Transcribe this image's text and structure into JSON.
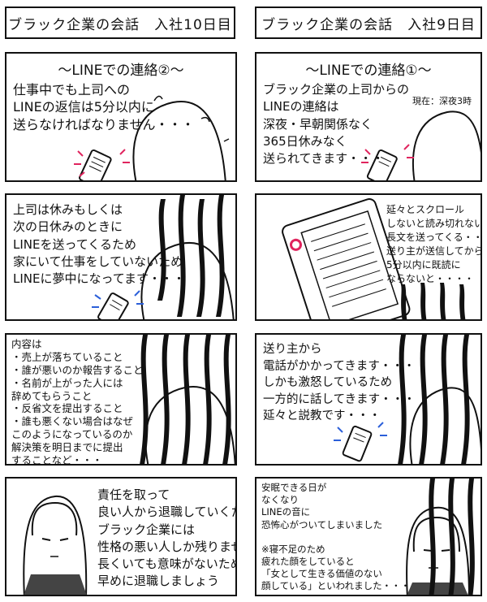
{
  "left": {
    "title": "ブラック企業の会話　入社10日目",
    "p1_header": "～LINEでの連絡②～",
    "p1_text": "仕事中でも上司への\nLINEの返信は5分以内に\n送らなければなりません・・・",
    "p2_text": "上司は休みもしくは\n次の日休みのときに\nLINEを送ってくるため\n家にいて仕事をしていないため\nLINEに夢中になってます・・・",
    "p3_text": "内容は\n・売上が落ちていること\n・誰が悪いのか報告すること\n・名前が上がった人には\n辞めてもらうこと\n・反省文を提出すること\n・誰も悪くない場合はなぜ\nこのようになっているのか\n解決策を明日までに提出\nすることなど・・・",
    "p4_text": "責任を取って\n良い人から退職していくため\nブラック企業には\n性格の悪い人しか残りません\n長くいても意味がないため\n早めに退職しましょう"
  },
  "right": {
    "title": "ブラック企業の会話　入社9日目",
    "p1_header": "～LINEでの連絡①～",
    "p1_text": "ブラック企業の上司からの\nLINEの連絡は\n深夜・早朝関係なく\n365日休みなく\n送られてきます・・・",
    "p1_note": "現在：深夜3時",
    "p2_text": "延々とスクロール\nしないと読み切れない\n長文を送ってくる・・・\n送り主が送信してから\n5分以内に既読に\nならないと・・・・",
    "p3_text": "送り主から\n電話がかかってきます・・・\nしかも激怒しているため\n一方的に話してきます・・・\n延々と説教です・・・",
    "p4_text": "安眠できる日が\nなくなり\nLINEの音に\n恐怖心がついてしまいました\n\n※寝不足のため\n疲れた顔をしていると\n「女として生きる価値のない\n顔している」といわれました・・・"
  }
}
